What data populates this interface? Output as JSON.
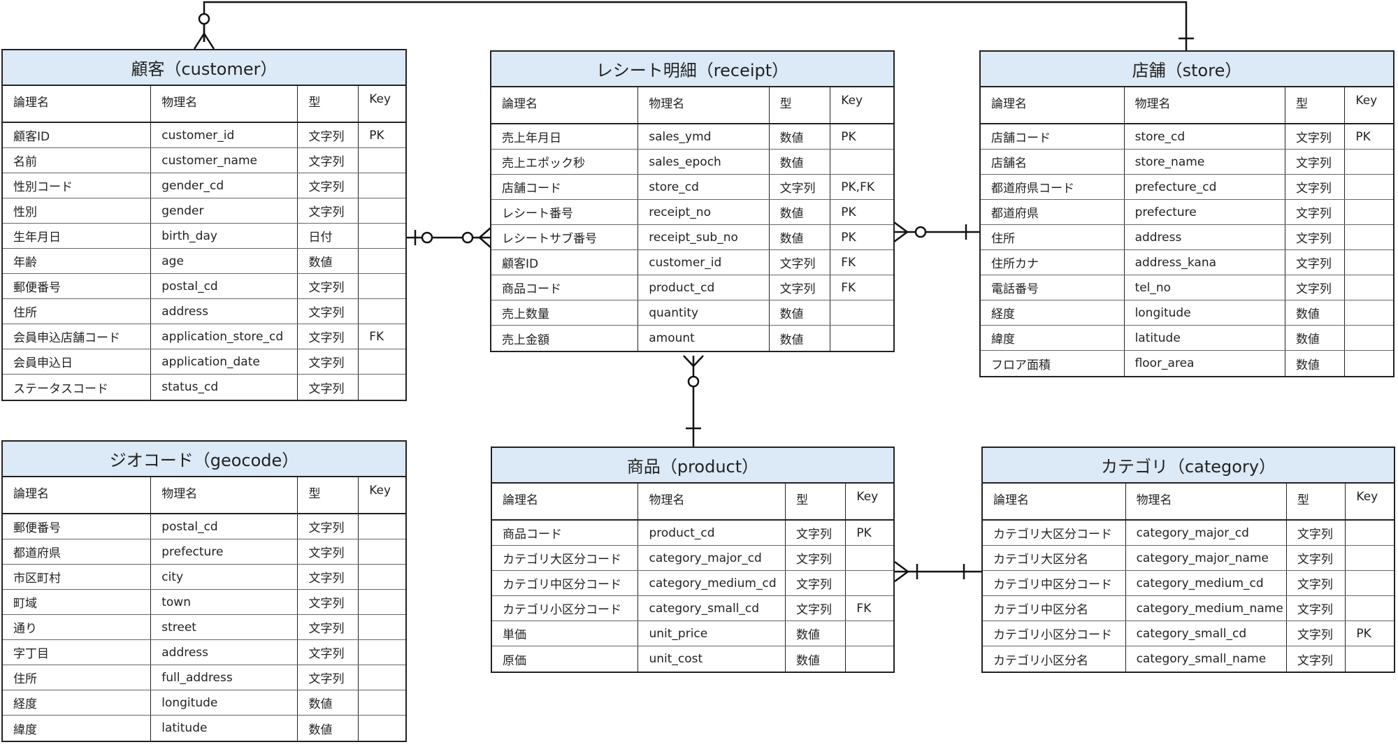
{
  "header": {
    "logical": "論理名",
    "physical": "物理名",
    "type": "型",
    "key": "Key"
  },
  "entities": [
    {
      "id": "customer",
      "title": "顧客（customer）",
      "rows": [
        [
          "顧客ID",
          "customer_id",
          "文字列",
          "PK"
        ],
        [
          "名前",
          "customer_name",
          "文字列",
          ""
        ],
        [
          "性別コード",
          "gender_cd",
          "文字列",
          ""
        ],
        [
          "性別",
          "gender",
          "文字列",
          ""
        ],
        [
          "生年月日",
          "birth_day",
          "日付",
          ""
        ],
        [
          "年齢",
          "age",
          "数値",
          ""
        ],
        [
          "郵便番号",
          "postal_cd",
          "文字列",
          ""
        ],
        [
          "住所",
          "address",
          "文字列",
          ""
        ],
        [
          "会員申込店舗コード",
          "application_store_cd",
          "文字列",
          "FK"
        ],
        [
          "会員申込日",
          "application_date",
          "文字列",
          ""
        ],
        [
          "ステータスコード",
          "status_cd",
          "文字列",
          ""
        ]
      ]
    },
    {
      "id": "receipt",
      "title": "レシート明細（receipt）",
      "rows": [
        [
          "売上年月日",
          "sales_ymd",
          "数値",
          "PK"
        ],
        [
          "売上エポック秒",
          "sales_epoch",
          "数値",
          ""
        ],
        [
          "店舗コード",
          "store_cd",
          "文字列",
          "PK,FK"
        ],
        [
          "レシート番号",
          "receipt_no",
          "数値",
          "PK"
        ],
        [
          "レシートサブ番号",
          "receipt_sub_no",
          "数値",
          "PK"
        ],
        [
          "顧客ID",
          "customer_id",
          "文字列",
          "FK"
        ],
        [
          "商品コード",
          "product_cd",
          "文字列",
          "FK"
        ],
        [
          "売上数量",
          "quantity",
          "数値",
          ""
        ],
        [
          "売上金額",
          "amount",
          "数値",
          ""
        ]
      ]
    },
    {
      "id": "store",
      "title": "店舗（store）",
      "rows": [
        [
          "店舗コード",
          "store_cd",
          "文字列",
          "PK"
        ],
        [
          "店舗名",
          "store_name",
          "文字列",
          ""
        ],
        [
          "都道府県コード",
          "prefecture_cd",
          "文字列",
          ""
        ],
        [
          "都道府県",
          "prefecture",
          "文字列",
          ""
        ],
        [
          "住所",
          "address",
          "文字列",
          ""
        ],
        [
          "住所カナ",
          "address_kana",
          "文字列",
          ""
        ],
        [
          "電話番号",
          "tel_no",
          "文字列",
          ""
        ],
        [
          "経度",
          "longitude",
          "数値",
          ""
        ],
        [
          "緯度",
          "latitude",
          "数値",
          ""
        ],
        [
          "フロア面積",
          "floor_area",
          "数値",
          ""
        ]
      ]
    },
    {
      "id": "geocode",
      "title": "ジオコード（geocode）",
      "rows": [
        [
          "郵便番号",
          "postal_cd",
          "文字列",
          ""
        ],
        [
          "都道府県",
          "prefecture",
          "文字列",
          ""
        ],
        [
          "市区町村",
          "city",
          "文字列",
          ""
        ],
        [
          "町域",
          "town",
          "文字列",
          ""
        ],
        [
          "通り",
          "street",
          "文字列",
          ""
        ],
        [
          "字丁目",
          "address",
          "文字列",
          ""
        ],
        [
          "住所",
          "full_address",
          "文字列",
          ""
        ],
        [
          "経度",
          "longitude",
          "数値",
          ""
        ],
        [
          "緯度",
          "latitude",
          "数値",
          ""
        ]
      ]
    },
    {
      "id": "product",
      "title": "商品（product）",
      "rows": [
        [
          "商品コード",
          "product_cd",
          "文字列",
          "PK"
        ],
        [
          "カテゴリ大区分コード",
          "category_major_cd",
          "文字列",
          ""
        ],
        [
          "カテゴリ中区分コード",
          "category_medium_cd",
          "文字列",
          ""
        ],
        [
          "カテゴリ小区分コード",
          "category_small_cd",
          "文字列",
          "FK"
        ],
        [
          "単価",
          "unit_price",
          "数値",
          ""
        ],
        [
          "原価",
          "unit_cost",
          "数値",
          ""
        ]
      ]
    },
    {
      "id": "category",
      "title": "カテゴリ（category）",
      "rows": [
        [
          "カテゴリ大区分コード",
          "category_major_cd",
          "文字列",
          ""
        ],
        [
          "カテゴリ大区分名",
          "category_major_name",
          "文字列",
          ""
        ],
        [
          "カテゴリ中区分コード",
          "category_medium_cd",
          "文字列",
          ""
        ],
        [
          "カテゴリ中区分名",
          "category_medium_name",
          "文字列",
          ""
        ],
        [
          "カテゴリ小区分コード",
          "category_small_cd",
          "文字列",
          "PK"
        ],
        [
          "カテゴリ小区分名",
          "category_small_name",
          "文字列",
          ""
        ]
      ]
    }
  ],
  "relationships": [
    {
      "from": "customer",
      "to": "receipt",
      "from_end": "one-or-zero",
      "to_end": "zero-or-many"
    },
    {
      "from": "store",
      "to": "receipt",
      "from_end": "one",
      "to_end": "zero-or-many"
    },
    {
      "from": "product",
      "to": "receipt",
      "from_end": "one",
      "to_end": "zero-or-many"
    },
    {
      "from": "category",
      "to": "product",
      "from_end": "one",
      "to_end": "one-or-many"
    },
    {
      "from": "store",
      "to": "customer",
      "from_end": "one",
      "to_end": "zero-or-many"
    }
  ]
}
